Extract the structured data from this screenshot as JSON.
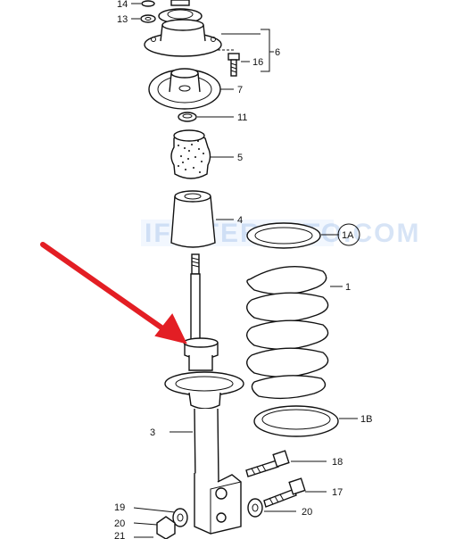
{
  "diagram": {
    "watermark": "IFINTERAUTO.COM",
    "accent_color": "#e31e24",
    "labels": {
      "p14": "14",
      "p13": "13",
      "p6": "6",
      "p16": "16",
      "p7": "7",
      "p11": "11",
      "p5": "5",
      "p4": "4",
      "p1A": "1A",
      "p1": "1",
      "p3": "3",
      "p1B": "1B",
      "p18": "18",
      "p17": "17",
      "p19": "19",
      "p20a": "20",
      "p20b": "20",
      "p21": "21"
    }
  }
}
